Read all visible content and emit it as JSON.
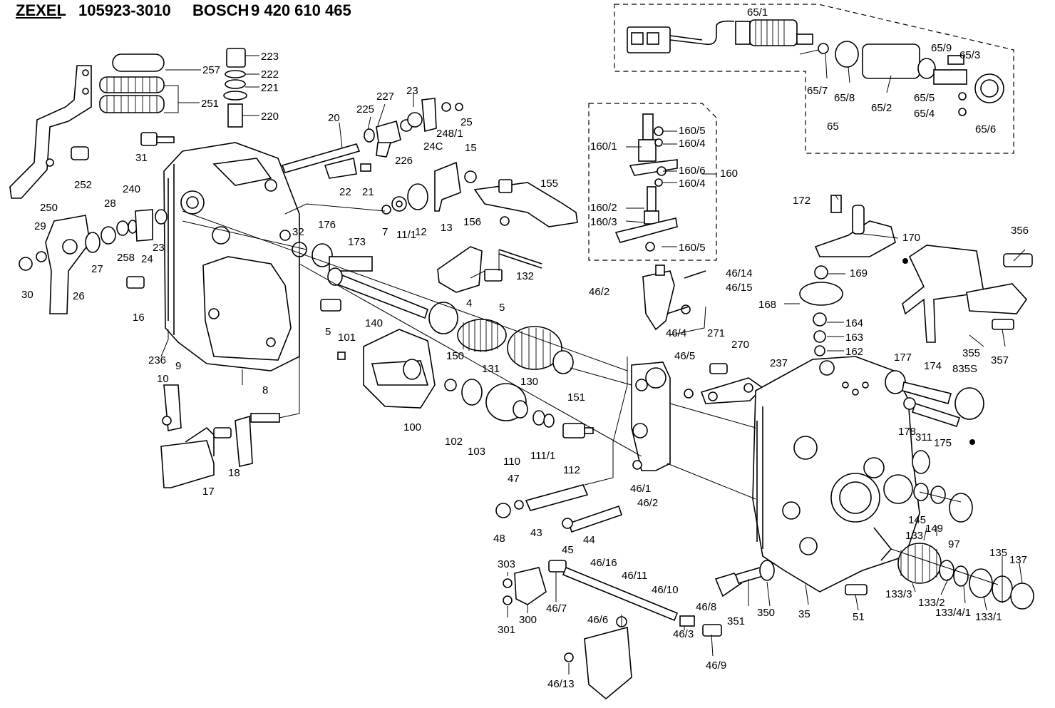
{
  "header": {
    "brand": "ZEXEL",
    "part_no": "105923-3010",
    "maker": "BOSCH",
    "maker_no": "9 420 610 465"
  },
  "callouts": [
    "65/1",
    "65/9",
    "65/3",
    "65/7",
    "65/8",
    "65/2",
    "65/5",
    "65/4",
    "65/6",
    "65",
    "257",
    "223",
    "222",
    "221",
    "251",
    "220",
    "227",
    "23",
    "225",
    "24C",
    "248/1",
    "25",
    "20",
    "226",
    "160/5",
    "160/4",
    "160/1",
    "160/6",
    "160",
    "160/2",
    "160/3",
    "31",
    "15",
    "252",
    "22",
    "21",
    "155",
    "172",
    "250",
    "240",
    "28",
    "29",
    "7",
    "11/1",
    "12",
    "13",
    "156",
    "170",
    "356",
    "258",
    "24",
    "26",
    "27",
    "30",
    "32",
    "176",
    "173",
    "4",
    "132",
    "5",
    "169",
    "46/14",
    "46/15",
    "46/2",
    "168",
    "164",
    "163",
    "162",
    "16",
    "140",
    "101",
    "150",
    "131",
    "130",
    "151",
    "46/4",
    "271",
    "270",
    "236",
    "46/5",
    "237",
    "177",
    "174",
    "835S",
    "9",
    "10",
    "178",
    "311",
    "175",
    "100",
    "102",
    "103",
    "110",
    "111/1",
    "112",
    "8",
    "18",
    "17",
    "46/1",
    "47",
    "48",
    "43",
    "44",
    "45",
    "145",
    "149",
    "97",
    "133",
    "135",
    "137",
    "303",
    "46/16",
    "46/11",
    "46/10",
    "46/8",
    "351",
    "350",
    "35",
    "51",
    "300",
    "301",
    "46/7",
    "46/6",
    "46/3",
    "46/9",
    "46/13",
    "133/3",
    "133/2",
    "133/4/1",
    "133/1",
    "355",
    "357"
  ]
}
